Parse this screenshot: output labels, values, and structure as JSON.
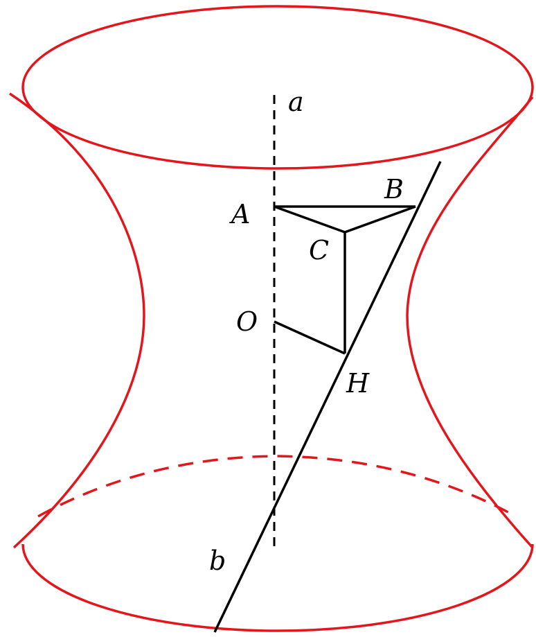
{
  "labels": {
    "a": "a",
    "b": "b",
    "A": "A",
    "B": "B",
    "C": "C",
    "O": "O",
    "H": "H"
  },
  "colors": {
    "surface": "#e3161c",
    "lines": "#000000",
    "background": "#ffffff"
  }
}
